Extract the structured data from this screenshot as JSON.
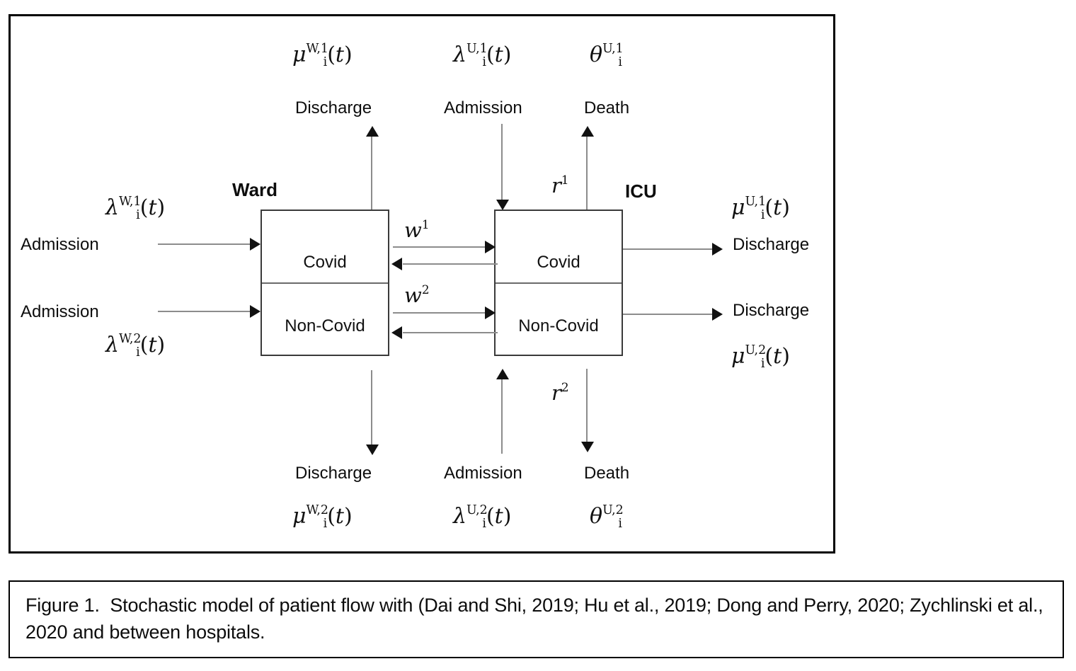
{
  "figure": {
    "units": {
      "ward": {
        "title": "Ward",
        "rows": [
          {
            "label": "Covid"
          },
          {
            "label": "Non-Covid"
          }
        ]
      },
      "icu": {
        "title": "ICU",
        "rows": [
          {
            "label": "Covid"
          },
          {
            "label": "Non-Covid"
          }
        ]
      }
    },
    "flows": {
      "ward_in_covid": {
        "event": "Admission",
        "rate_mu": "λ",
        "rate_sup": "W,1",
        "rate_sub": "i",
        "rate_arg": "(t)"
      },
      "ward_in_noncovid": {
        "event": "Admission",
        "rate_mu": "λ",
        "rate_sup": "W,2",
        "rate_sub": "i",
        "rate_arg": "(t)"
      },
      "ward_out_covid": {
        "event": "Discharge",
        "rate_mu": "μ",
        "rate_sup": "W,1",
        "rate_sub": "i",
        "rate_arg": "(t)"
      },
      "ward_out_noncovid": {
        "event": "Discharge",
        "rate_mu": "μ",
        "rate_sup": "W,2",
        "rate_sub": "i",
        "rate_arg": "(t)"
      },
      "icu_in_covid": {
        "event": "Admission",
        "rate_mu": "λ",
        "rate_sup": "U,1",
        "rate_sub": "i",
        "rate_arg": "(t)"
      },
      "icu_in_noncovid": {
        "event": "Admission",
        "rate_mu": "λ",
        "rate_sup": "U,2",
        "rate_sub": "i",
        "rate_arg": "(t)"
      },
      "icu_out_covid": {
        "event": "Discharge",
        "rate_mu": "μ",
        "rate_sup": "U,1",
        "rate_sub": "i",
        "rate_arg": "(t)"
      },
      "icu_out_noncovid": {
        "event": "Discharge",
        "rate_mu": "μ",
        "rate_sup": "U,2",
        "rate_sub": "i",
        "rate_arg": "(t)"
      },
      "icu_death_covid": {
        "event": "Death",
        "rate_mu": "θ",
        "rate_sup": "U,1",
        "rate_sub": "i",
        "rate_arg": ""
      },
      "icu_death_noncovid": {
        "event": "Death",
        "rate_mu": "θ",
        "rate_sup": "U,2",
        "rate_sub": "i",
        "rate_arg": ""
      }
    },
    "transfers": {
      "ward_to_icu_covid": {
        "symbol": "w",
        "sup": "1"
      },
      "ward_to_icu_noncovid": {
        "symbol": "w",
        "sup": "2"
      },
      "icu_to_ward_covid": {
        "symbol": "r",
        "sup": "1"
      },
      "icu_to_ward_noncovid": {
        "symbol": "r",
        "sup": "2"
      }
    }
  },
  "caption": {
    "text": "Figure 1.  Stochastic model of patient flow with (Dai and Shi, 2019; Hu et al., 2019; Dong and Perry, 2020; Zychlinski et al., 2020 and between hospitals."
  },
  "colors": {
    "frame": "#000000",
    "box_border": "#3a3a3a",
    "arrow_shaft": "#8c8c8c",
    "arrow_head": "#111111",
    "text": "#0d0d0d",
    "background": "#ffffff"
  }
}
